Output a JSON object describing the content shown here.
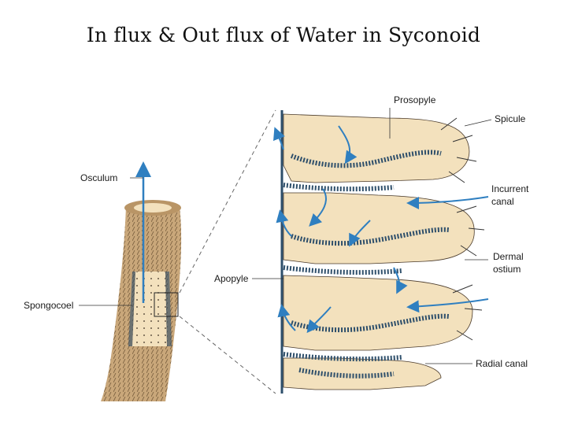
{
  "title": "In flux & Out flux of Water in Syconoid",
  "labels": {
    "osculum": "Osculum",
    "spongocoel": "Spongocoel",
    "apopyle": "Apopyle",
    "prosopyle": "Prosopyle",
    "spicule": "Spicule",
    "incurrent_canal_1": "Incurrent",
    "incurrent_canal_2": "canal",
    "dermal_ostium_1": "Dermal",
    "dermal_ostium_2": "ostium",
    "radial_canal": "Radial canal"
  },
  "colors": {
    "body_wall": "#f3e1bd",
    "choanocyte_lining": "#2e4f6b",
    "water_flow_arrow": "#2f7fc0",
    "sponge_outer": "#c9a77a"
  }
}
